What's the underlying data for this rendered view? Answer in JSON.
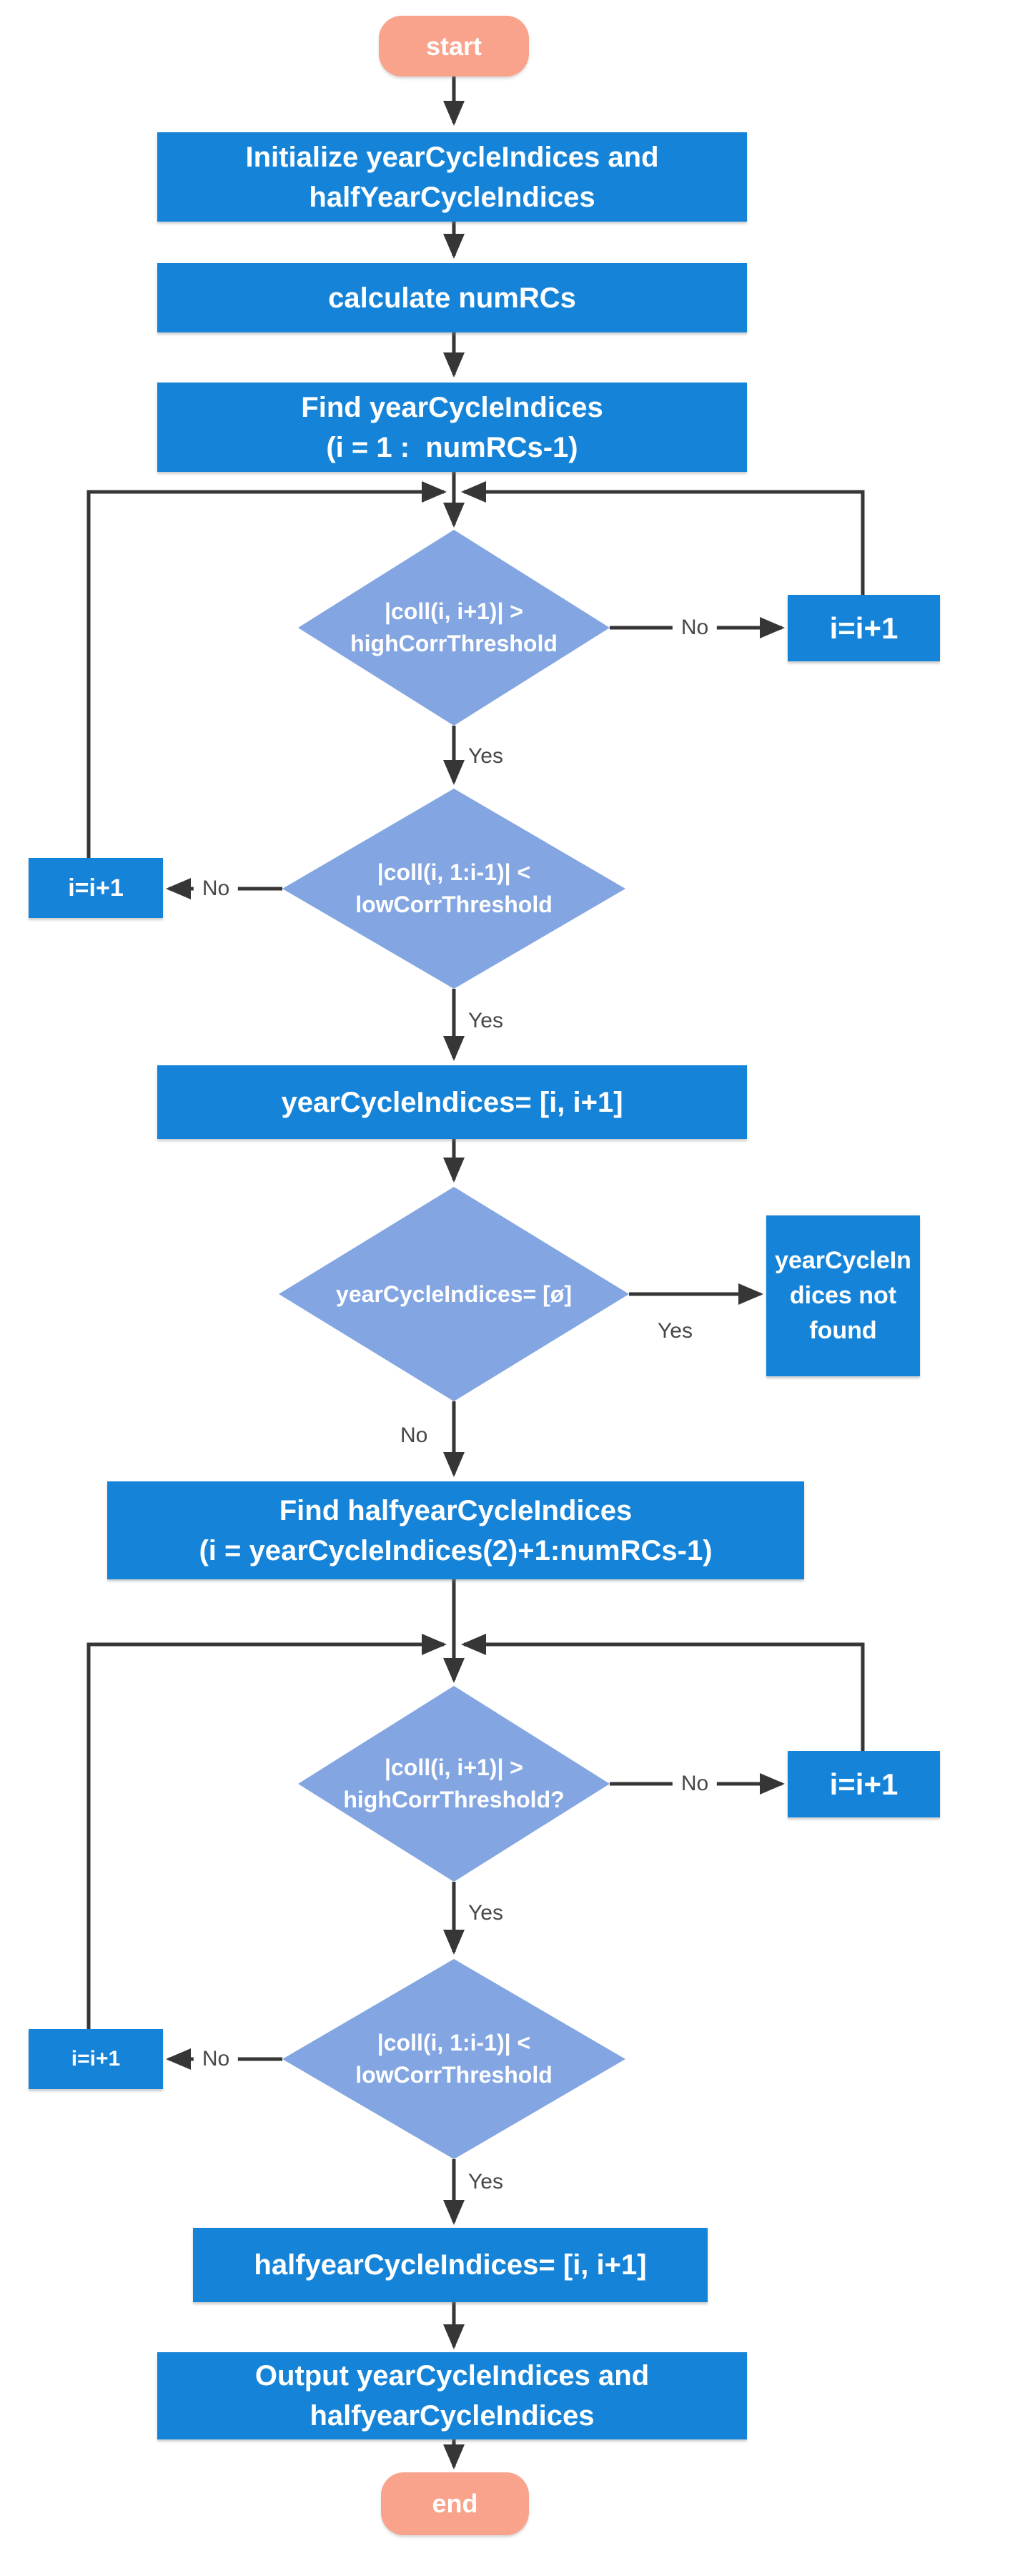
{
  "diagram_title": "yearCycleIndices / halfyearCycleIndices detection flowchart",
  "colors": {
    "process_blue": "#1584D8",
    "decision_blue": "#83A6E2",
    "terminator_salmon": "#F9A38C",
    "edge_line": "#363636",
    "edge_label_text": "#474747",
    "node_text": "#ffffff",
    "background": "#ffffff"
  },
  "nodes": {
    "start": {
      "label": "start"
    },
    "init": {
      "line1": "Initialize yearCycleIndices and",
      "line2": "halfYearCycleIndices"
    },
    "calc": {
      "line1": "calculate numRCs"
    },
    "find_year": {
      "line1": "Find yearCycleIndices",
      "line2": "(i = 1 :  numRCs-1)"
    },
    "dec_high_1": {
      "line1": "|coll(i, i+1)| >",
      "line2": "highCorrThreshold"
    },
    "inc_right_1": {
      "label": "i=i+1"
    },
    "dec_low_1": {
      "line1": "|coll(i, 1:i-1)| <",
      "line2": "lowCorrThreshold"
    },
    "inc_left_1": {
      "label": "i=i+1"
    },
    "assign_year": {
      "line1": "yearCycleIndices= [i, i+1]"
    },
    "dec_empty": {
      "line1": "yearCycleIndices= [ø]"
    },
    "not_found": {
      "line1": "yearCycleIn",
      "line2": "dices not",
      "line3": "found"
    },
    "find_half": {
      "line1": "Find halfyearCycleIndices",
      "line2": "(i = yearCycleIndices(2)+1:numRCs-1)"
    },
    "dec_high_2": {
      "line1": "|coll(i, i+1)| >",
      "line2": "highCorrThreshold?"
    },
    "inc_right_2": {
      "label": "i=i+1"
    },
    "dec_low_2": {
      "line1": "|coll(i, 1:i-1)| <",
      "line2": "lowCorrThreshold"
    },
    "inc_left_2": {
      "label": "i=i+1"
    },
    "assign_half": {
      "line1": "halfyearCycleIndices= [i, i+1]"
    },
    "output": {
      "line1": "Output yearCycleIndices and",
      "line2": "halfyearCycleIndices"
    },
    "end": {
      "label": "end"
    }
  },
  "edge_labels": {
    "no1": "No",
    "yes1": "Yes",
    "no2": "No",
    "yes2": "Yes",
    "yes3": "Yes",
    "no3": "No",
    "no4": "No",
    "yes4": "Yes",
    "no5": "No",
    "yes5": "Yes"
  }
}
